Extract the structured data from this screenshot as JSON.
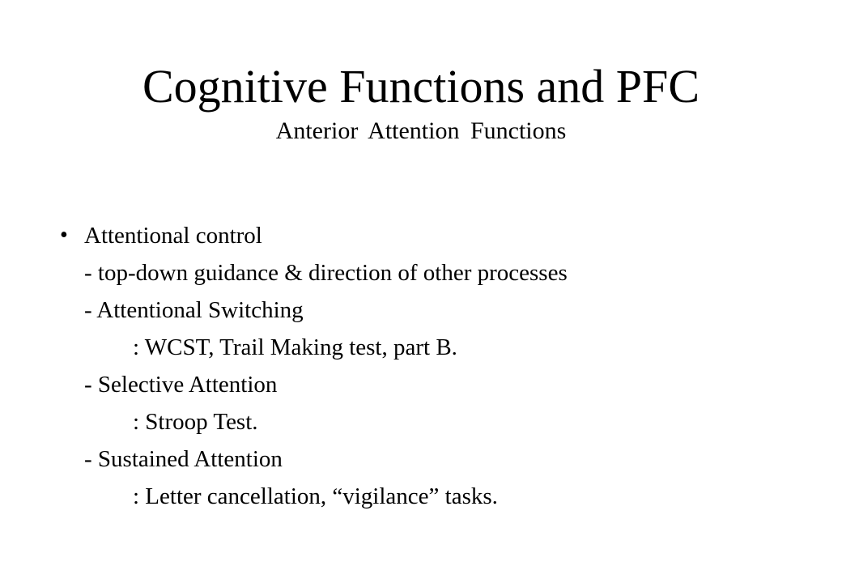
{
  "slide": {
    "title": "Cognitive Functions and PFC",
    "subtitle": "Anterior Attention Functions",
    "bullet_symbol": "•",
    "lines": [
      "Attentional control",
      "- top-down guidance & direction of other processes",
      "- Attentional Switching",
      ": WCST, Trail Making test, part B.",
      "- Selective Attention",
      ": Stroop Test.",
      "- Sustained Attention",
      ": Letter cancellation, “vigilance” tasks."
    ]
  }
}
